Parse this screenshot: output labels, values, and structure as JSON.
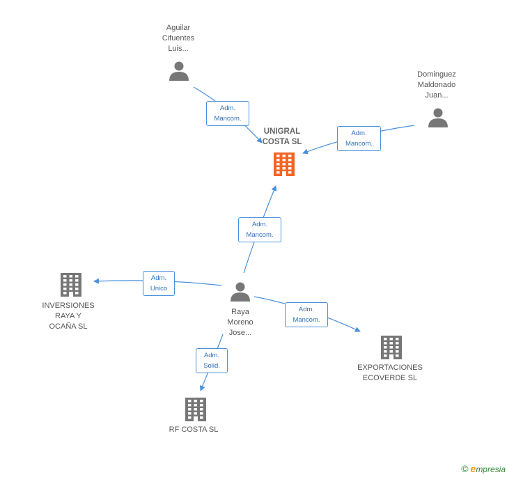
{
  "nodes": {
    "center": {
      "label": "UNIGRAL\nCOSTA SL",
      "color": "#f26522",
      "kind": "company"
    },
    "aguilar": {
      "label": "Aguilar\nCifuentes\nLuis...",
      "kind": "person"
    },
    "dominguez": {
      "label": "Dominguez\nMaldonado\nJuan...",
      "kind": "person"
    },
    "raya": {
      "label": "Raya\nMoreno\nJose...",
      "kind": "person"
    },
    "inversiones": {
      "label": "INVERSIONES\nRAYA Y\nOCAÑA SL",
      "kind": "company"
    },
    "exportaciones": {
      "label": "EXPORTACIONES\nECOVERDE SL",
      "kind": "company"
    },
    "rfcosta": {
      "label": "RF COSTA SL",
      "kind": "company"
    }
  },
  "edges": {
    "aguilar_center": "Adm.\nMancom.",
    "dominguez_center": "Adm.\nMancom.",
    "raya_center": "Adm.\nMancom.",
    "raya_inversiones": "Adm.\nUnico",
    "raya_exportaciones": "Adm.\nMancom.",
    "raya_rfcosta": "Adm.\nSolid."
  },
  "colors": {
    "edge": "#4a90d9",
    "node": "#777777",
    "center_node": "#f26522"
  },
  "footer": {
    "copyright": "©",
    "brand_initial": "e",
    "brand_rest": "mpresia"
  }
}
